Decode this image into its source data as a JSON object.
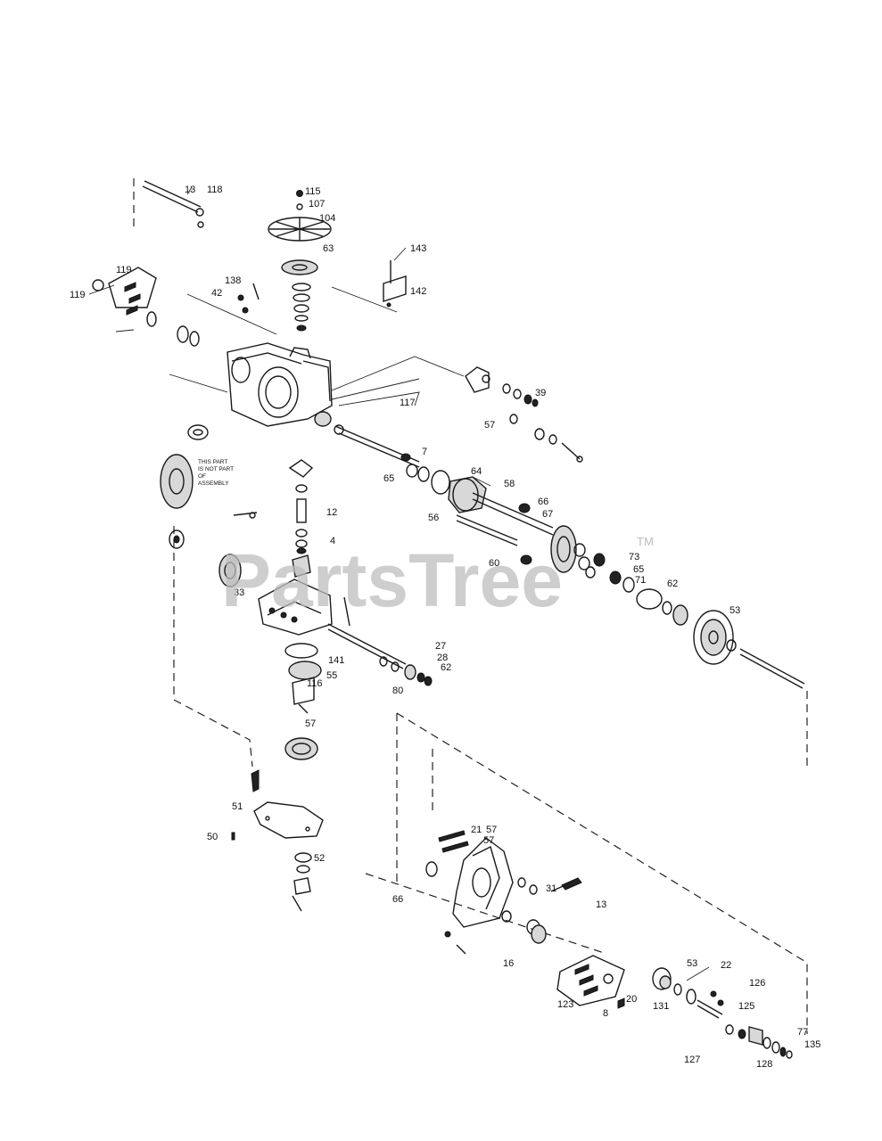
{
  "watermark": {
    "text": "PartsTree",
    "trademark": "TM"
  },
  "note_lines": [
    "THIS PART",
    "IS NOT PART",
    "OF",
    "ASSEMBLY"
  ],
  "labels": [
    {
      "id": "l1",
      "text": "13"
    },
    {
      "id": "l2",
      "text": "118"
    },
    {
      "id": "l3",
      "text": "119"
    },
    {
      "id": "l4",
      "text": "115"
    },
    {
      "id": "l5",
      "text": "107"
    },
    {
      "id": "l6",
      "text": "104"
    },
    {
      "id": "l7",
      "text": "63"
    },
    {
      "id": "l8",
      "text": "143"
    },
    {
      "id": "l9",
      "text": "142"
    },
    {
      "id": "l10",
      "text": "119"
    },
    {
      "id": "l11",
      "text": "138"
    },
    {
      "id": "l12",
      "text": "42"
    },
    {
      "id": "l13",
      "text": "117"
    },
    {
      "id": "l14",
      "text": "57"
    },
    {
      "id": "l15",
      "text": "7"
    },
    {
      "id": "l16",
      "text": "65"
    },
    {
      "id": "l17",
      "text": "64"
    },
    {
      "id": "l18",
      "text": "58"
    },
    {
      "id": "l19",
      "text": "66"
    },
    {
      "id": "l20",
      "text": "67"
    },
    {
      "id": "l21",
      "text": "56"
    },
    {
      "id": "l22",
      "text": "12"
    },
    {
      "id": "l23",
      "text": "4"
    },
    {
      "id": "l24",
      "text": "60"
    },
    {
      "id": "l25",
      "text": "73"
    },
    {
      "id": "l26",
      "text": "65"
    },
    {
      "id": "l27",
      "text": "71"
    },
    {
      "id": "l28",
      "text": "62"
    },
    {
      "id": "l29",
      "text": "53"
    },
    {
      "id": "l30",
      "text": "33"
    },
    {
      "id": "l31",
      "text": "141"
    },
    {
      "id": "l32",
      "text": "55"
    },
    {
      "id": "l33",
      "text": "27"
    },
    {
      "id": "l34",
      "text": "28"
    },
    {
      "id": "l35",
      "text": "62"
    },
    {
      "id": "l36",
      "text": "80"
    },
    {
      "id": "l37",
      "text": "116"
    },
    {
      "id": "l38",
      "text": "57"
    },
    {
      "id": "l39",
      "text": "51"
    },
    {
      "id": "l40",
      "text": "50"
    },
    {
      "id": "l41",
      "text": "52"
    },
    {
      "id": "l42",
      "text": "21"
    },
    {
      "id": "l43",
      "text": "57"
    },
    {
      "id": "l44",
      "text": "31"
    },
    {
      "id": "l45",
      "text": "13"
    },
    {
      "id": "l46",
      "text": "66"
    },
    {
      "id": "l47",
      "text": "16"
    },
    {
      "id": "l48",
      "text": "123"
    },
    {
      "id": "l49",
      "text": "8"
    },
    {
      "id": "l50",
      "text": "20"
    },
    {
      "id": "l51",
      "text": "53"
    },
    {
      "id": "l52",
      "text": "131"
    },
    {
      "id": "l53",
      "text": "126"
    },
    {
      "id": "l54",
      "text": "125"
    },
    {
      "id": "l55",
      "text": "127"
    },
    {
      "id": "l56",
      "text": "77"
    },
    {
      "id": "l57",
      "text": "135"
    },
    {
      "id": "l58",
      "text": "128"
    },
    {
      "id": "l59",
      "text": "22"
    },
    {
      "id": "l60",
      "text": "39"
    },
    {
      "id": "l61",
      "text": "57"
    }
  ]
}
